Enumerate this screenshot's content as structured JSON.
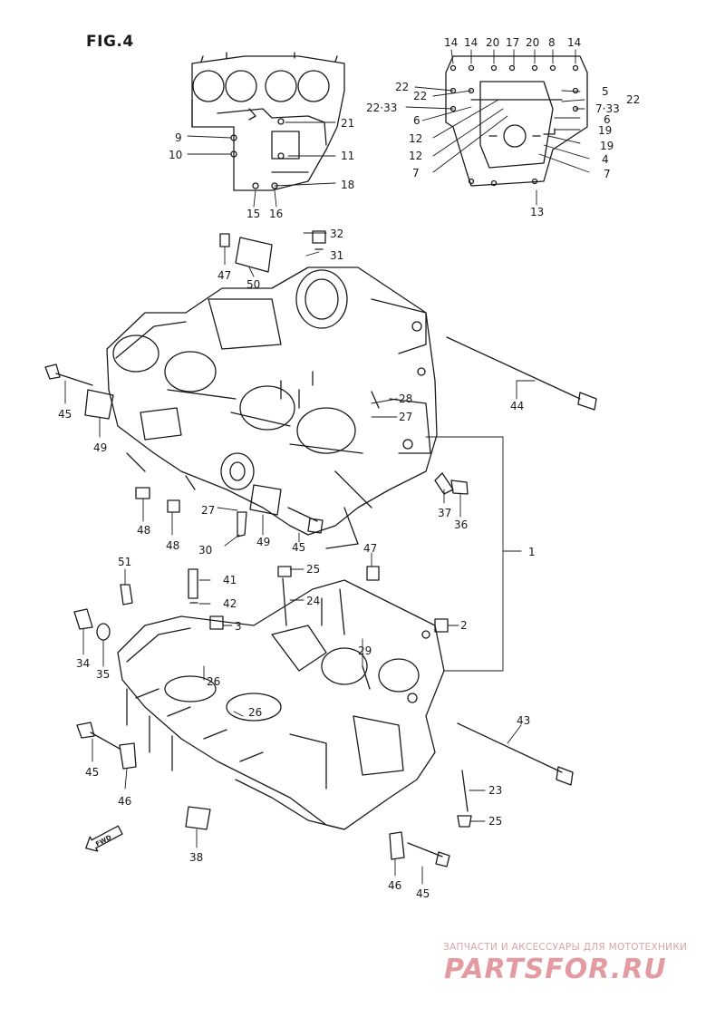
{
  "figure": {
    "title": "FIG.4"
  },
  "inset": {
    "callouts": [
      "9",
      "10",
      "21",
      "11",
      "18",
      "15",
      "16"
    ]
  },
  "lower_inset": {
    "callouts": [
      "14",
      "14",
      "20",
      "17",
      "20",
      "8",
      "14",
      "22",
      "22",
      "22·33",
      "6",
      "12",
      "12",
      "7",
      "5",
      "22",
      "7·33",
      "6",
      "19",
      "19",
      "4",
      "7",
      "13"
    ]
  },
  "main": {
    "callouts": [
      "32",
      "31",
      "47",
      "50",
      "45",
      "49",
      "44",
      "28",
      "27",
      "37",
      "36",
      "48",
      "48",
      "27",
      "30",
      "49",
      "45",
      "1",
      "51",
      "41",
      "42",
      "3",
      "47",
      "25",
      "24",
      "2",
      "34",
      "35",
      "29",
      "26",
      "26",
      "43",
      "45",
      "46",
      "23",
      "25",
      "38",
      "46",
      "45"
    ]
  },
  "fwd_label": "FWD",
  "watermark": {
    "subtitle": "ЗАПЧАСТИ И АКСЕССУАРЫ ДЛЯ МОТОТЕХНИКИ",
    "logo": "PARTSFOR.RU"
  },
  "colors": {
    "ink": "#1a1a1a",
    "watermark": "#e39aa0"
  }
}
